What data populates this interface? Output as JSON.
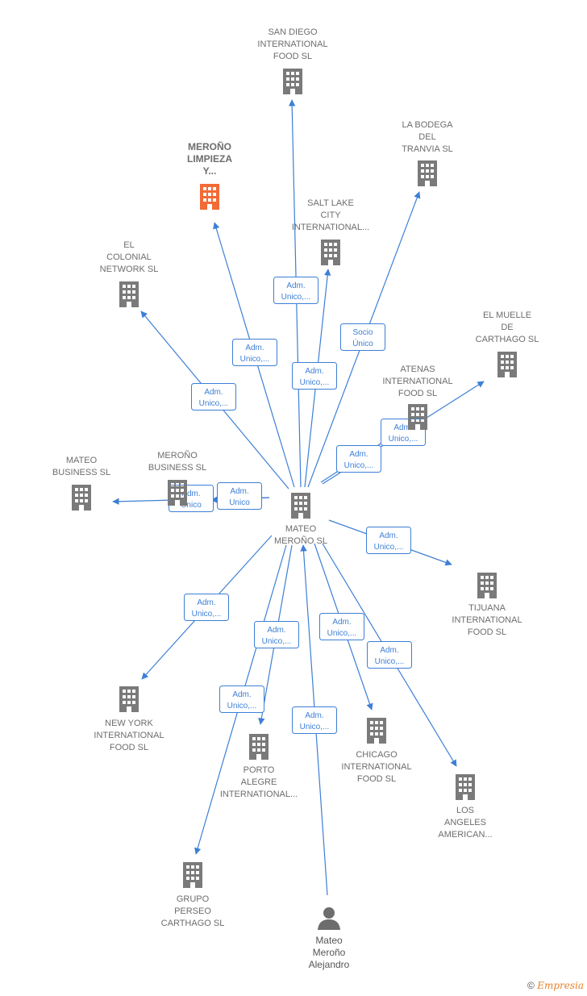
{
  "colors": {
    "edge": "#3d7fd6",
    "company": "#7a7a7a",
    "highlight": "#f26a36",
    "person": "#6d6d6d"
  },
  "center": {
    "label": [
      "MATEO",
      "MEROÑO  SL"
    ]
  },
  "nodes": [
    {
      "id": "sandiego",
      "type": "company",
      "label": [
        "SAN DIEGO",
        "INTERNATIONAL",
        "FOOD  SL"
      ]
    },
    {
      "id": "labodega",
      "type": "company",
      "label": [
        "LA BODEGA",
        "DEL",
        "TRANVIA  SL"
      ]
    },
    {
      "id": "limpieza",
      "type": "company-highlight",
      "label": [
        "MEROÑO",
        "LIMPIEZA",
        "Y..."
      ]
    },
    {
      "id": "saltlake",
      "type": "company",
      "label": [
        "SALT LAKE",
        "CITY",
        "INTERNATIONAL..."
      ]
    },
    {
      "id": "colonial",
      "type": "company",
      "label": [
        "EL",
        "COLONIAL",
        "NETWORK  SL"
      ]
    },
    {
      "id": "muelle",
      "type": "company",
      "label": [
        "EL MUELLE",
        "DE",
        "CARTHAGO  SL"
      ]
    },
    {
      "id": "atenas",
      "type": "company",
      "label": [
        "ATENAS",
        "INTERNATIONAL",
        "FOOD  SL"
      ]
    },
    {
      "id": "mateobusiness",
      "type": "company",
      "label": [
        "MATEO",
        "BUSINESS  SL"
      ]
    },
    {
      "id": "merobusiness",
      "type": "company",
      "label": [
        "MEROÑO",
        "BUSINESS  SL"
      ]
    },
    {
      "id": "tijuana",
      "type": "company",
      "label": [
        "TIJUANA",
        "INTERNATIONAL",
        "FOOD  SL"
      ]
    },
    {
      "id": "newyork",
      "type": "company",
      "label": [
        "NEW YORK",
        "INTERNATIONAL",
        "FOOD  SL"
      ]
    },
    {
      "id": "porto",
      "type": "company",
      "label": [
        "PORTO",
        "ALEGRE",
        "INTERNATIONAL..."
      ]
    },
    {
      "id": "chicago",
      "type": "company",
      "label": [
        "CHICAGO",
        "INTERNATIONAL",
        "FOOD  SL"
      ]
    },
    {
      "id": "losangeles",
      "type": "company",
      "label": [
        "LOS",
        "ANGELES",
        "AMERICAN..."
      ]
    },
    {
      "id": "perseo",
      "type": "company",
      "label": [
        "GRUPO",
        "PERSEO",
        "CARTHAGO  SL"
      ]
    },
    {
      "id": "person",
      "type": "person",
      "label": [
        "Mateo",
        "Meroño",
        "Alejandro"
      ]
    }
  ],
  "edges": [
    {
      "to": "sandiego",
      "label": [
        "Adm.",
        "Unico,..."
      ]
    },
    {
      "to": "labodega",
      "label": [
        "Socio",
        "Único"
      ]
    },
    {
      "to": "limpieza",
      "label": [
        "Adm.",
        "Unico,..."
      ]
    },
    {
      "to": "saltlake",
      "label": [
        "Adm.",
        "Unico,..."
      ]
    },
    {
      "to": "colonial",
      "label": [
        "Adm.",
        "Unico,..."
      ]
    },
    {
      "to": "muelle",
      "label": [
        "Adm.",
        "Unico,..."
      ]
    },
    {
      "to": "atenas",
      "label": [
        "Adm.",
        "Unico,..."
      ]
    },
    {
      "to": "mateobusiness",
      "label": [
        "Adm.",
        "Unico"
      ]
    },
    {
      "to": "merobusiness",
      "label": [
        "Adm.",
        "Unico"
      ]
    },
    {
      "to": "tijuana",
      "label": [
        "Adm.",
        "Unico,..."
      ]
    },
    {
      "to": "newyork",
      "label": [
        "Adm.",
        "Unico,..."
      ]
    },
    {
      "to": "porto",
      "label": [
        "Adm.",
        "Unico,..."
      ]
    },
    {
      "to": "chicago",
      "label": [
        "Adm.",
        "Unico,..."
      ]
    },
    {
      "to": "losangeles",
      "label": [
        "Adm.",
        "Unico,..."
      ]
    },
    {
      "to": "perseo",
      "label": [
        "Adm.",
        "Unico,..."
      ]
    },
    {
      "to": "center",
      "from": "person",
      "label": [
        "Adm.",
        "Unico,..."
      ]
    }
  ],
  "footer": {
    "copyright": "©",
    "brand": "Empresia"
  }
}
